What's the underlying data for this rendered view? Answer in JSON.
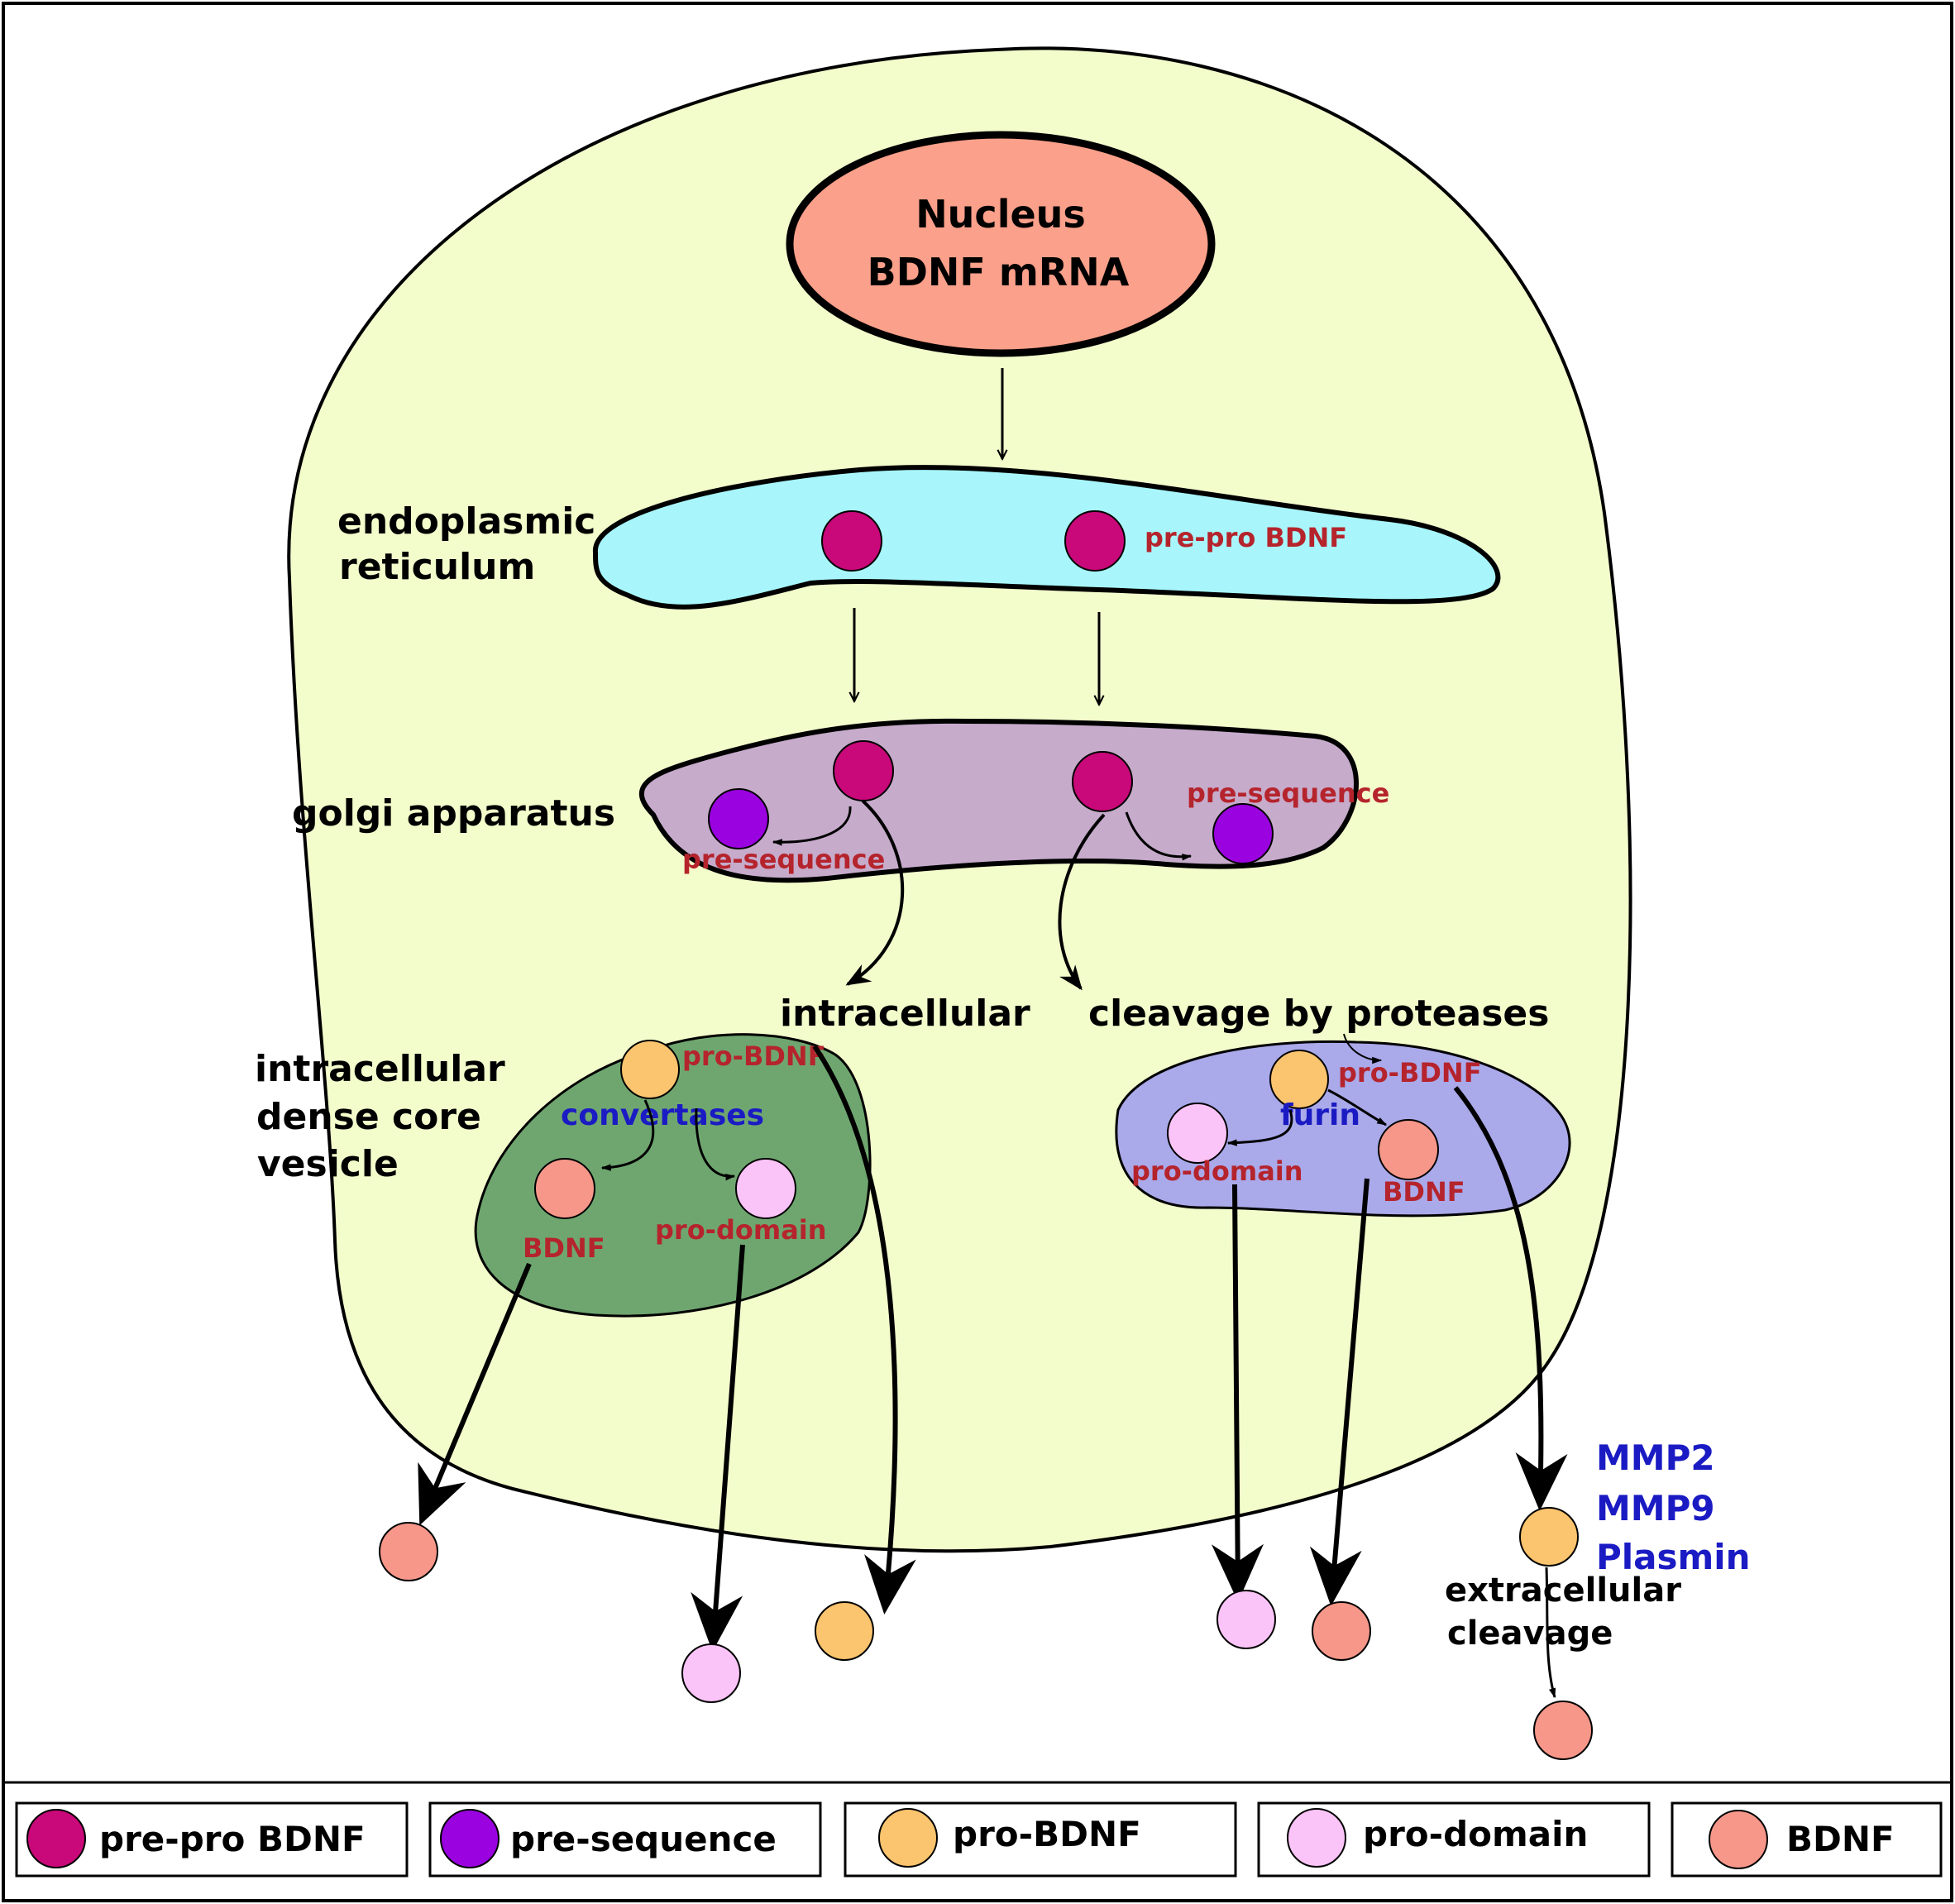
{
  "colors": {
    "cell": "#f3fccb",
    "nucleus": "#fba08a",
    "er": "#a8f6fb",
    "golgi": "#c6abcb",
    "green_vesicle": "#6fa670",
    "blue_vesicle": "#aaa9ea",
    "pre_pro_bdnf": "#c9087a",
    "pre_sequence": "#9a02e0",
    "pro_bdnf": "#fbc46e",
    "pro_domain": "#fbc4f8",
    "bdnf": "#f6978a",
    "red_text": "#b5242c",
    "blue_text": "#1b1bc4"
  },
  "nucleus": {
    "line1": "Nucleus",
    "line2": "BDNF mRNA"
  },
  "er": {
    "label_line1": "endoplasmic",
    "label_line2": "reticulum",
    "molecule_label": "pre-pro BDNF"
  },
  "golgi": {
    "label": "golgi apparatus",
    "left_product": "pre-sequence",
    "right_product": "pre-sequence"
  },
  "routes": {
    "intracellular": "intracellular",
    "proteases": "cleavage by proteases"
  },
  "dense_core": {
    "label_line1": "intracellular",
    "label_line2": "dense core",
    "label_line3": "vesicle",
    "pro_label": "pro-BDNF",
    "enzyme": "convertases",
    "bdnf_label": "BDNF",
    "prodomain_label": "pro-domain"
  },
  "protease_vesicle": {
    "pro_label": "pro-BDNF",
    "enzyme": "furin",
    "prodomain_label": "pro-domain",
    "bdnf_label": "BDNF"
  },
  "extracellular": {
    "enzymes": [
      "MMP2",
      "MMP9",
      "Plasmin"
    ],
    "label_line1": "extracellular",
    "label_line2": "cleavage"
  },
  "legend": [
    {
      "label": "pre-pro BDNF",
      "color": "#c9087a"
    },
    {
      "label": "pre-sequence",
      "color": "#9a02e0"
    },
    {
      "label": "pro-BDNF",
      "color": "#fbc46e"
    },
    {
      "label": "pro-domain",
      "color": "#fbc4f8"
    },
    {
      "label": "BDNF",
      "color": "#f6978a"
    }
  ]
}
